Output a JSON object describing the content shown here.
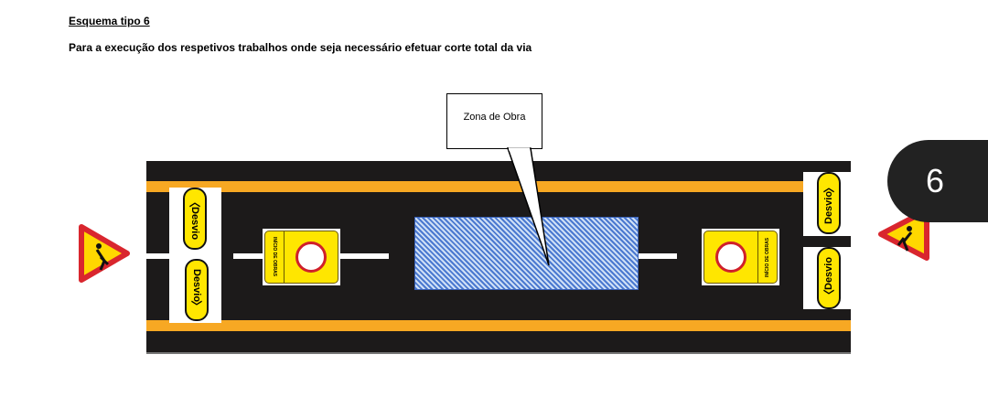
{
  "heading": "Esquema tipo 6",
  "description": "Para a execução dos respetivos trabalhos onde seja necessário efetuar corte total da via",
  "callout_label": "Zona de Obra",
  "detour_sign_label": "Desvio",
  "works_start_sign_label": "INÍCIO DE OBRAS",
  "page_badge": "6",
  "colors": {
    "road": "#1c1a1a",
    "edge_line": "#f7a823",
    "sign_yellow": "#ffe600",
    "zone_blue": "#4b79d0"
  }
}
